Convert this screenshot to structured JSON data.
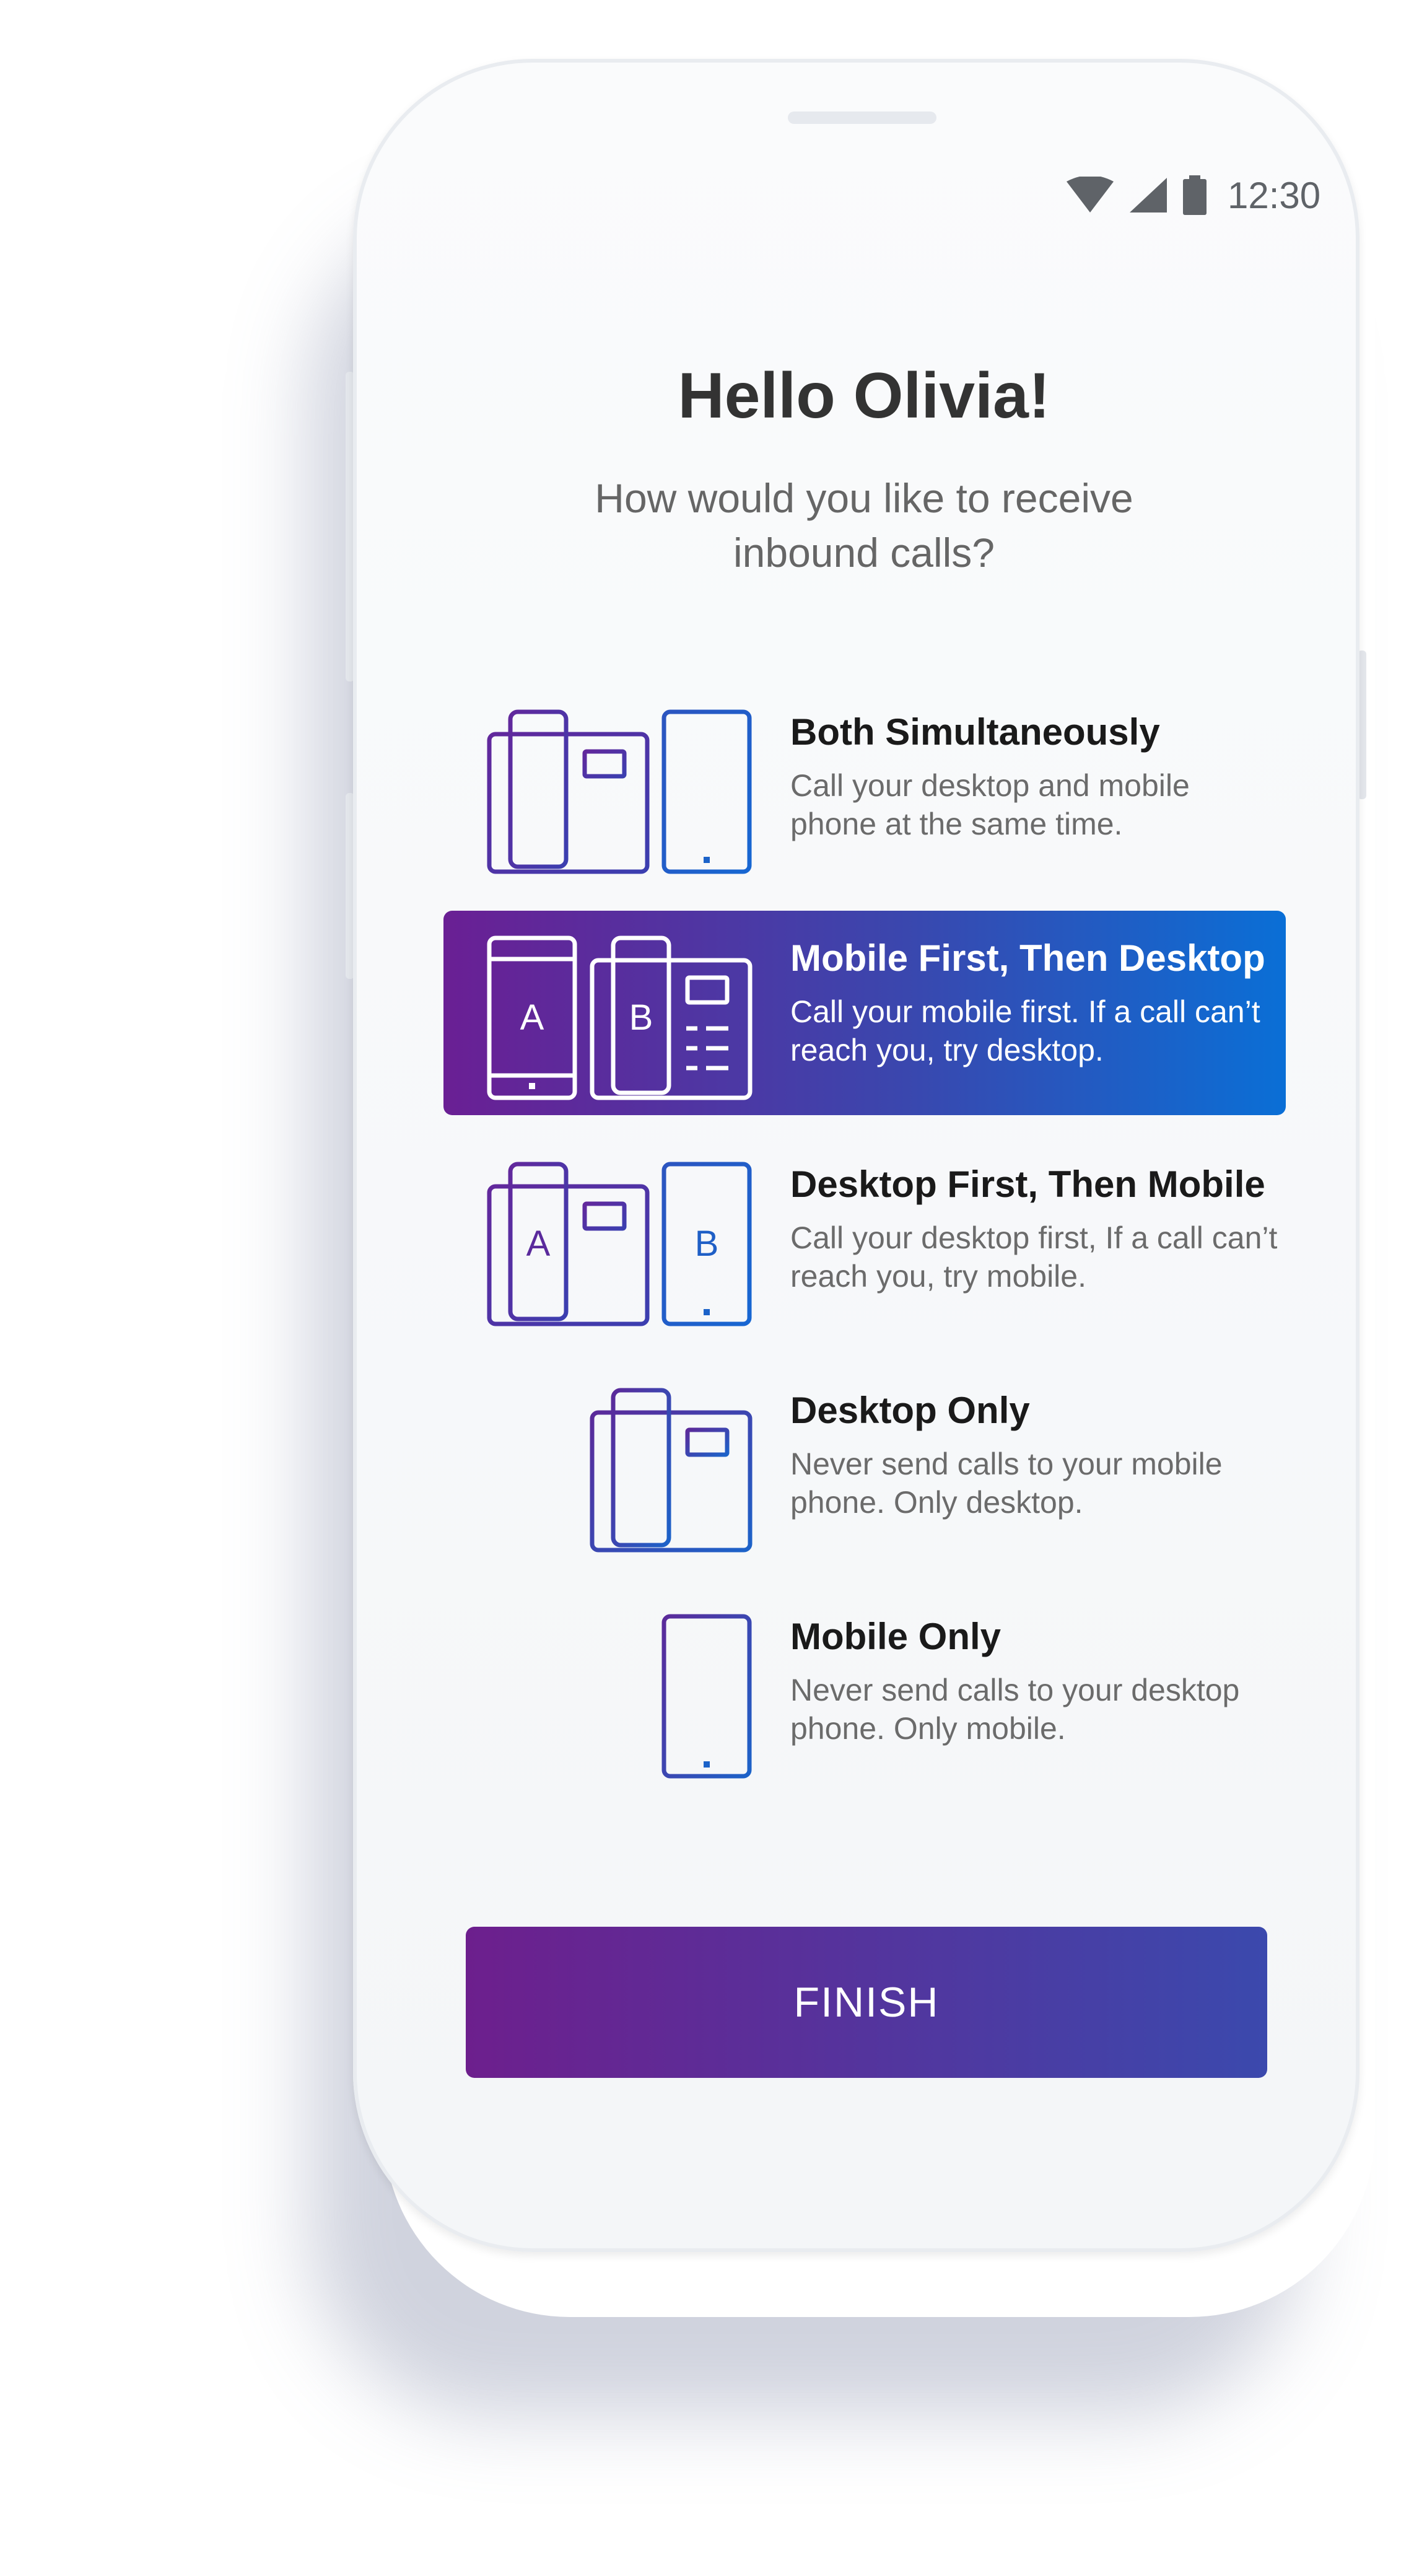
{
  "status_bar": {
    "time": "12:30",
    "icons": [
      "wifi-icon",
      "signal-icon",
      "battery-icon"
    ]
  },
  "header": {
    "greeting": "Hello Olivia!",
    "question": "How would you like to receive inbound calls?"
  },
  "options": [
    {
      "title": "Both Simultaneously",
      "description": "Call your desktop and mobile phone at the same time.",
      "icon": "desk-phone-and-mobile-icon",
      "selected": false
    },
    {
      "title": "Mobile First, Then Desktop",
      "description": "Call your mobile first. If a call can’t reach you, try desktop.",
      "icon": "mobile-a-desk-phone-b-icon",
      "badge_a": "A",
      "badge_b": "B",
      "selected": true
    },
    {
      "title": "Desktop First, Then Mobile",
      "description": "Call your desktop first, If a call can’t reach you, try mobile.",
      "icon": "desk-phone-a-mobile-b-icon",
      "badge_a": "A",
      "badge_b": "B",
      "selected": false
    },
    {
      "title": "Desktop Only",
      "description": "Never send calls to your mobile phone. Only desktop.",
      "icon": "desk-phone-icon",
      "selected": false
    },
    {
      "title": "Mobile Only",
      "description": "Never send calls to your desktop phone. Only mobile.",
      "icon": "mobile-phone-icon",
      "selected": false
    }
  ],
  "finish_label": "FINISH",
  "colors": {
    "gradient_start": "#6a1f94",
    "gradient_mid": "#3a47ae",
    "gradient_end": "#0a6fd6",
    "title_text": "#333333",
    "body_text": "#6b6b6b"
  }
}
